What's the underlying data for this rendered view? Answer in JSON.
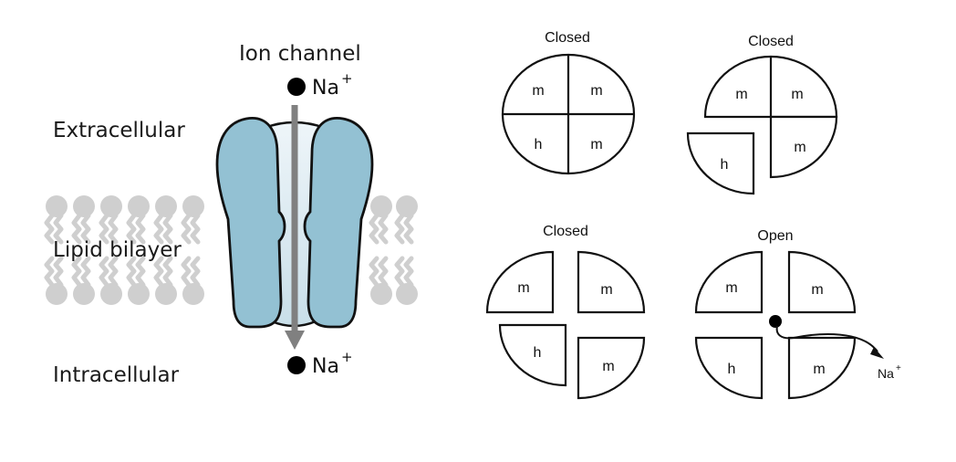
{
  "left_panel": {
    "title": "Ion channel",
    "extracellular_label": "Extracellular",
    "bilayer_label": "Lipid bilayer",
    "intracellular_label": "Intracellular",
    "ion_top": {
      "symbol": "Na",
      "charge": "+"
    },
    "ion_bottom": {
      "symbol": "Na",
      "charge": "+"
    }
  },
  "gates": [
    {
      "state": "Closed",
      "quadrants": {
        "top_left": "m",
        "top_right": "m",
        "bottom_left": "h",
        "bottom_right": "m"
      }
    },
    {
      "state": "Closed",
      "quadrants": {
        "top_left": "m",
        "top_right": "m",
        "bottom_left": "h",
        "bottom_right": "m"
      }
    },
    {
      "state": "Closed",
      "quadrants": {
        "top_left": "m",
        "top_right": "m",
        "bottom_left": "h",
        "bottom_right": "m"
      }
    },
    {
      "state": "Open",
      "quadrants": {
        "top_left": "m",
        "top_right": "m",
        "bottom_left": "h",
        "bottom_right": "m"
      },
      "ion_label": {
        "symbol": "Na",
        "charge": "+"
      }
    }
  ],
  "colors": {
    "channel_protein": "#93c1d3",
    "lipid": "#cfcfcf",
    "arrow": "#808080"
  }
}
